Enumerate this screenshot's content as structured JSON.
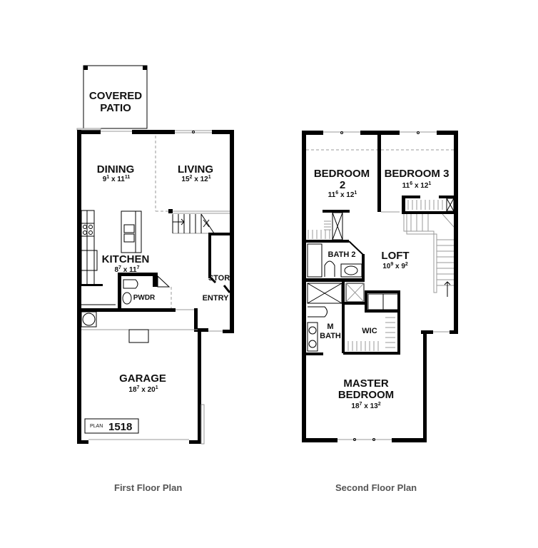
{
  "first_floor": {
    "caption": "First Floor Plan",
    "rooms": {
      "covered_patio": {
        "line1": "COVERED",
        "line2": "PATIO"
      },
      "dining": {
        "label": "DINING",
        "dim_a": "9",
        "dim_a_sup": "1",
        "x": "x",
        "dim_b": "11",
        "dim_b_sup": "11"
      },
      "living": {
        "label": "LIVING",
        "dim_a": "15",
        "dim_a_sup": "2",
        "x": "x",
        "dim_b": "12",
        "dim_b_sup": "1"
      },
      "kitchen": {
        "label": "KITCHEN",
        "dim_a": "8",
        "dim_a_sup": "7",
        "x": "x",
        "dim_b": "11",
        "dim_b_sup": "7"
      },
      "pwdr": {
        "label": "PWDR"
      },
      "stor": {
        "label": "STOR"
      },
      "entry": {
        "label": "ENTRY"
      },
      "garage": {
        "label": "GARAGE",
        "dim_a": "18",
        "dim_a_sup": "7",
        "x": "x",
        "dim_b": "20",
        "dim_b_sup": "1"
      }
    },
    "plan_badge": {
      "prefix": "PLAN",
      "number": "1518"
    }
  },
  "second_floor": {
    "caption": "Second Floor Plan",
    "rooms": {
      "bedroom2": {
        "line1": "BEDROOM",
        "line2": "2",
        "dim_a": "11",
        "dim_a_sup": "6",
        "x": "x",
        "dim_b": "12",
        "dim_b_sup": "1"
      },
      "bedroom3": {
        "label": "BEDROOM 3",
        "dim_a": "11",
        "dim_a_sup": "6",
        "x": "x",
        "dim_b": "12",
        "dim_b_sup": "1"
      },
      "bath2": {
        "label": "BATH 2"
      },
      "loft": {
        "label": "LOFT",
        "dim_a": "10",
        "dim_a_sup": "9",
        "x": "x",
        "dim_b": "9",
        "dim_b_sup": "2"
      },
      "m_bath": {
        "line1": "M",
        "line2": "BATH"
      },
      "wic": {
        "label": "WIC"
      },
      "master": {
        "line1": "MASTER",
        "line2": "BEDROOM",
        "dim_a": "18",
        "dim_a_sup": "7",
        "x": "x",
        "dim_b": "13",
        "dim_b_sup": "2"
      }
    }
  }
}
